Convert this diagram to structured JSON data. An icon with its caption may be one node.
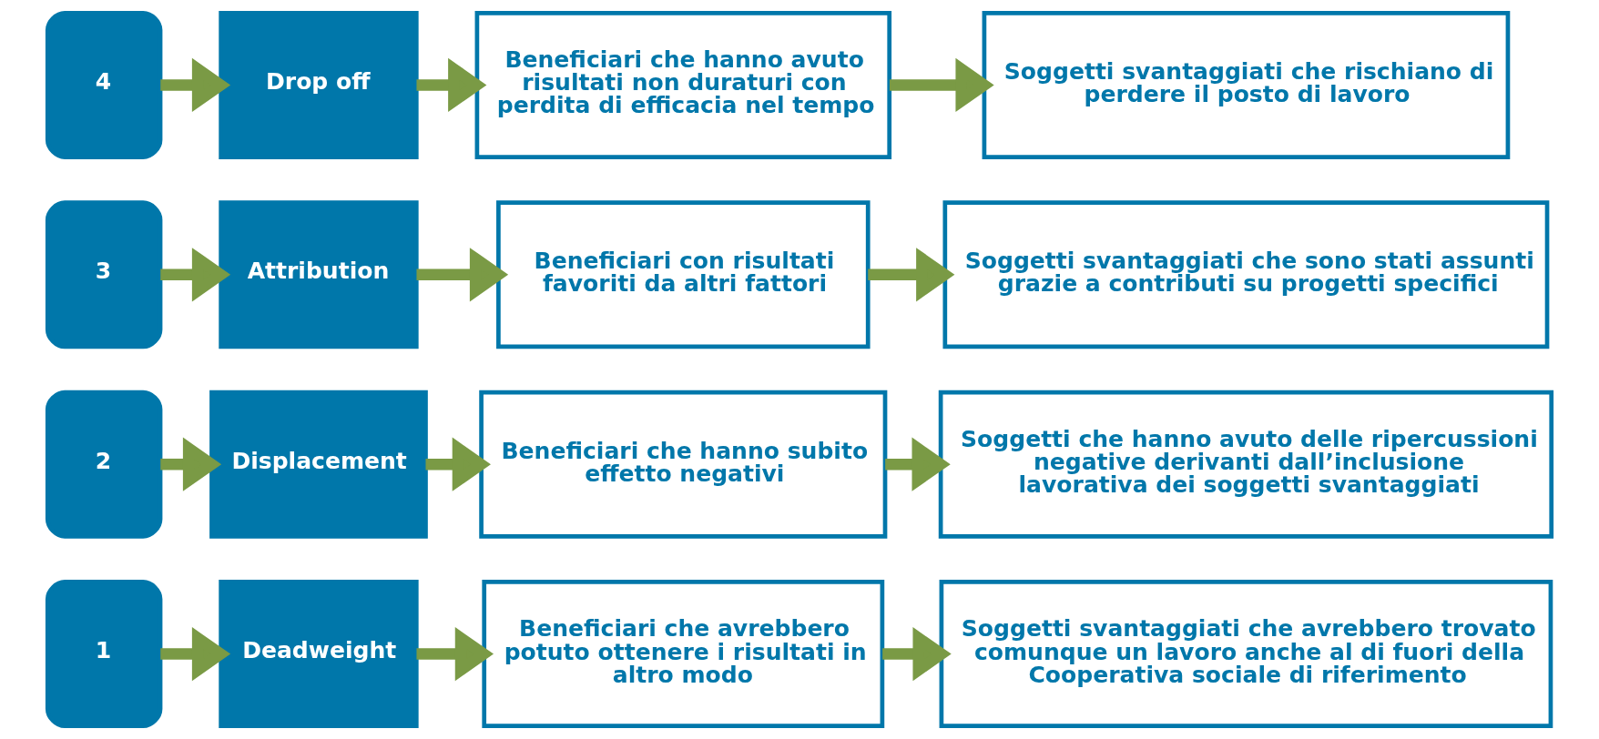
{
  "diagram": {
    "nodes": [
      {
        "text": [
          "1"
        ]
      },
      {
        "text": [
          "Deadweight"
        ]
      },
      {
        "text": [
          "Beneficiari che avrebbero potuto ottenere i risultati in altro modo"
        ]
      },
      {
        "text": [
          "Soggetti svantaggiati che avrebbero trovato comunque un lavoro anche al di fuori della Cooperativa sociale di riferimento"
        ]
      },
      {
        "text": [
          "2"
        ]
      },
      {
        "text": [
          "Displacement"
        ]
      },
      {
        "text": [
          "Beneficiari che hanno subito effetto negativi"
        ]
      },
      {
        "text": [
          "Soggetti che hanno avuto delle ripercussioni negative derivanti dall’inclusione lavorativa dei soggetti svantaggiati"
        ]
      },
      {
        "text": [
          "3"
        ]
      },
      {
        "text": [
          "Attribution"
        ]
      },
      {
        "text": [
          "Beneficiari con risultati favoriti da altri fattori"
        ]
      },
      {
        "text": [
          "Soggetti svantaggiati che sono stati assunti grazie a contributi su progetti specifici"
        ]
      },
      {
        "text": [
          "4"
        ]
      },
      {
        "text": [
          "Drop off"
        ]
      },
      {
        "text": [
          "Beneficiari che hanno avuto risultati non duraturi con perdita di efficacia nel tempo"
        ]
      },
      {
        "text": [
          "Soggetti svantaggiati che rischiano di perdere il posto di lavoro"
        ]
      }
    ],
    "edges": [
      {
        "from": 0,
        "to": 1,
        "arrow": "to"
      },
      {
        "from": 1,
        "to": 2,
        "arrow": "to"
      },
      {
        "from": 2,
        "to": 3,
        "arrow": "to"
      },
      {
        "from": 4,
        "to": 5,
        "arrow": "to"
      },
      {
        "from": 5,
        "to": 6,
        "arrow": "to"
      },
      {
        "from": 6,
        "to": 7,
        "arrow": "to"
      },
      {
        "from": 8,
        "to": 9,
        "arrow": "to"
      },
      {
        "from": 9,
        "to": 10,
        "arrow": "to"
      },
      {
        "from": 10,
        "to": 11,
        "arrow": "to"
      },
      {
        "from": 12,
        "to": 13,
        "arrow": "to"
      },
      {
        "from": 13,
        "to": 14,
        "arrow": "to"
      },
      {
        "from": 14,
        "to": 15,
        "arrow": "to"
      }
    ]
  }
}
